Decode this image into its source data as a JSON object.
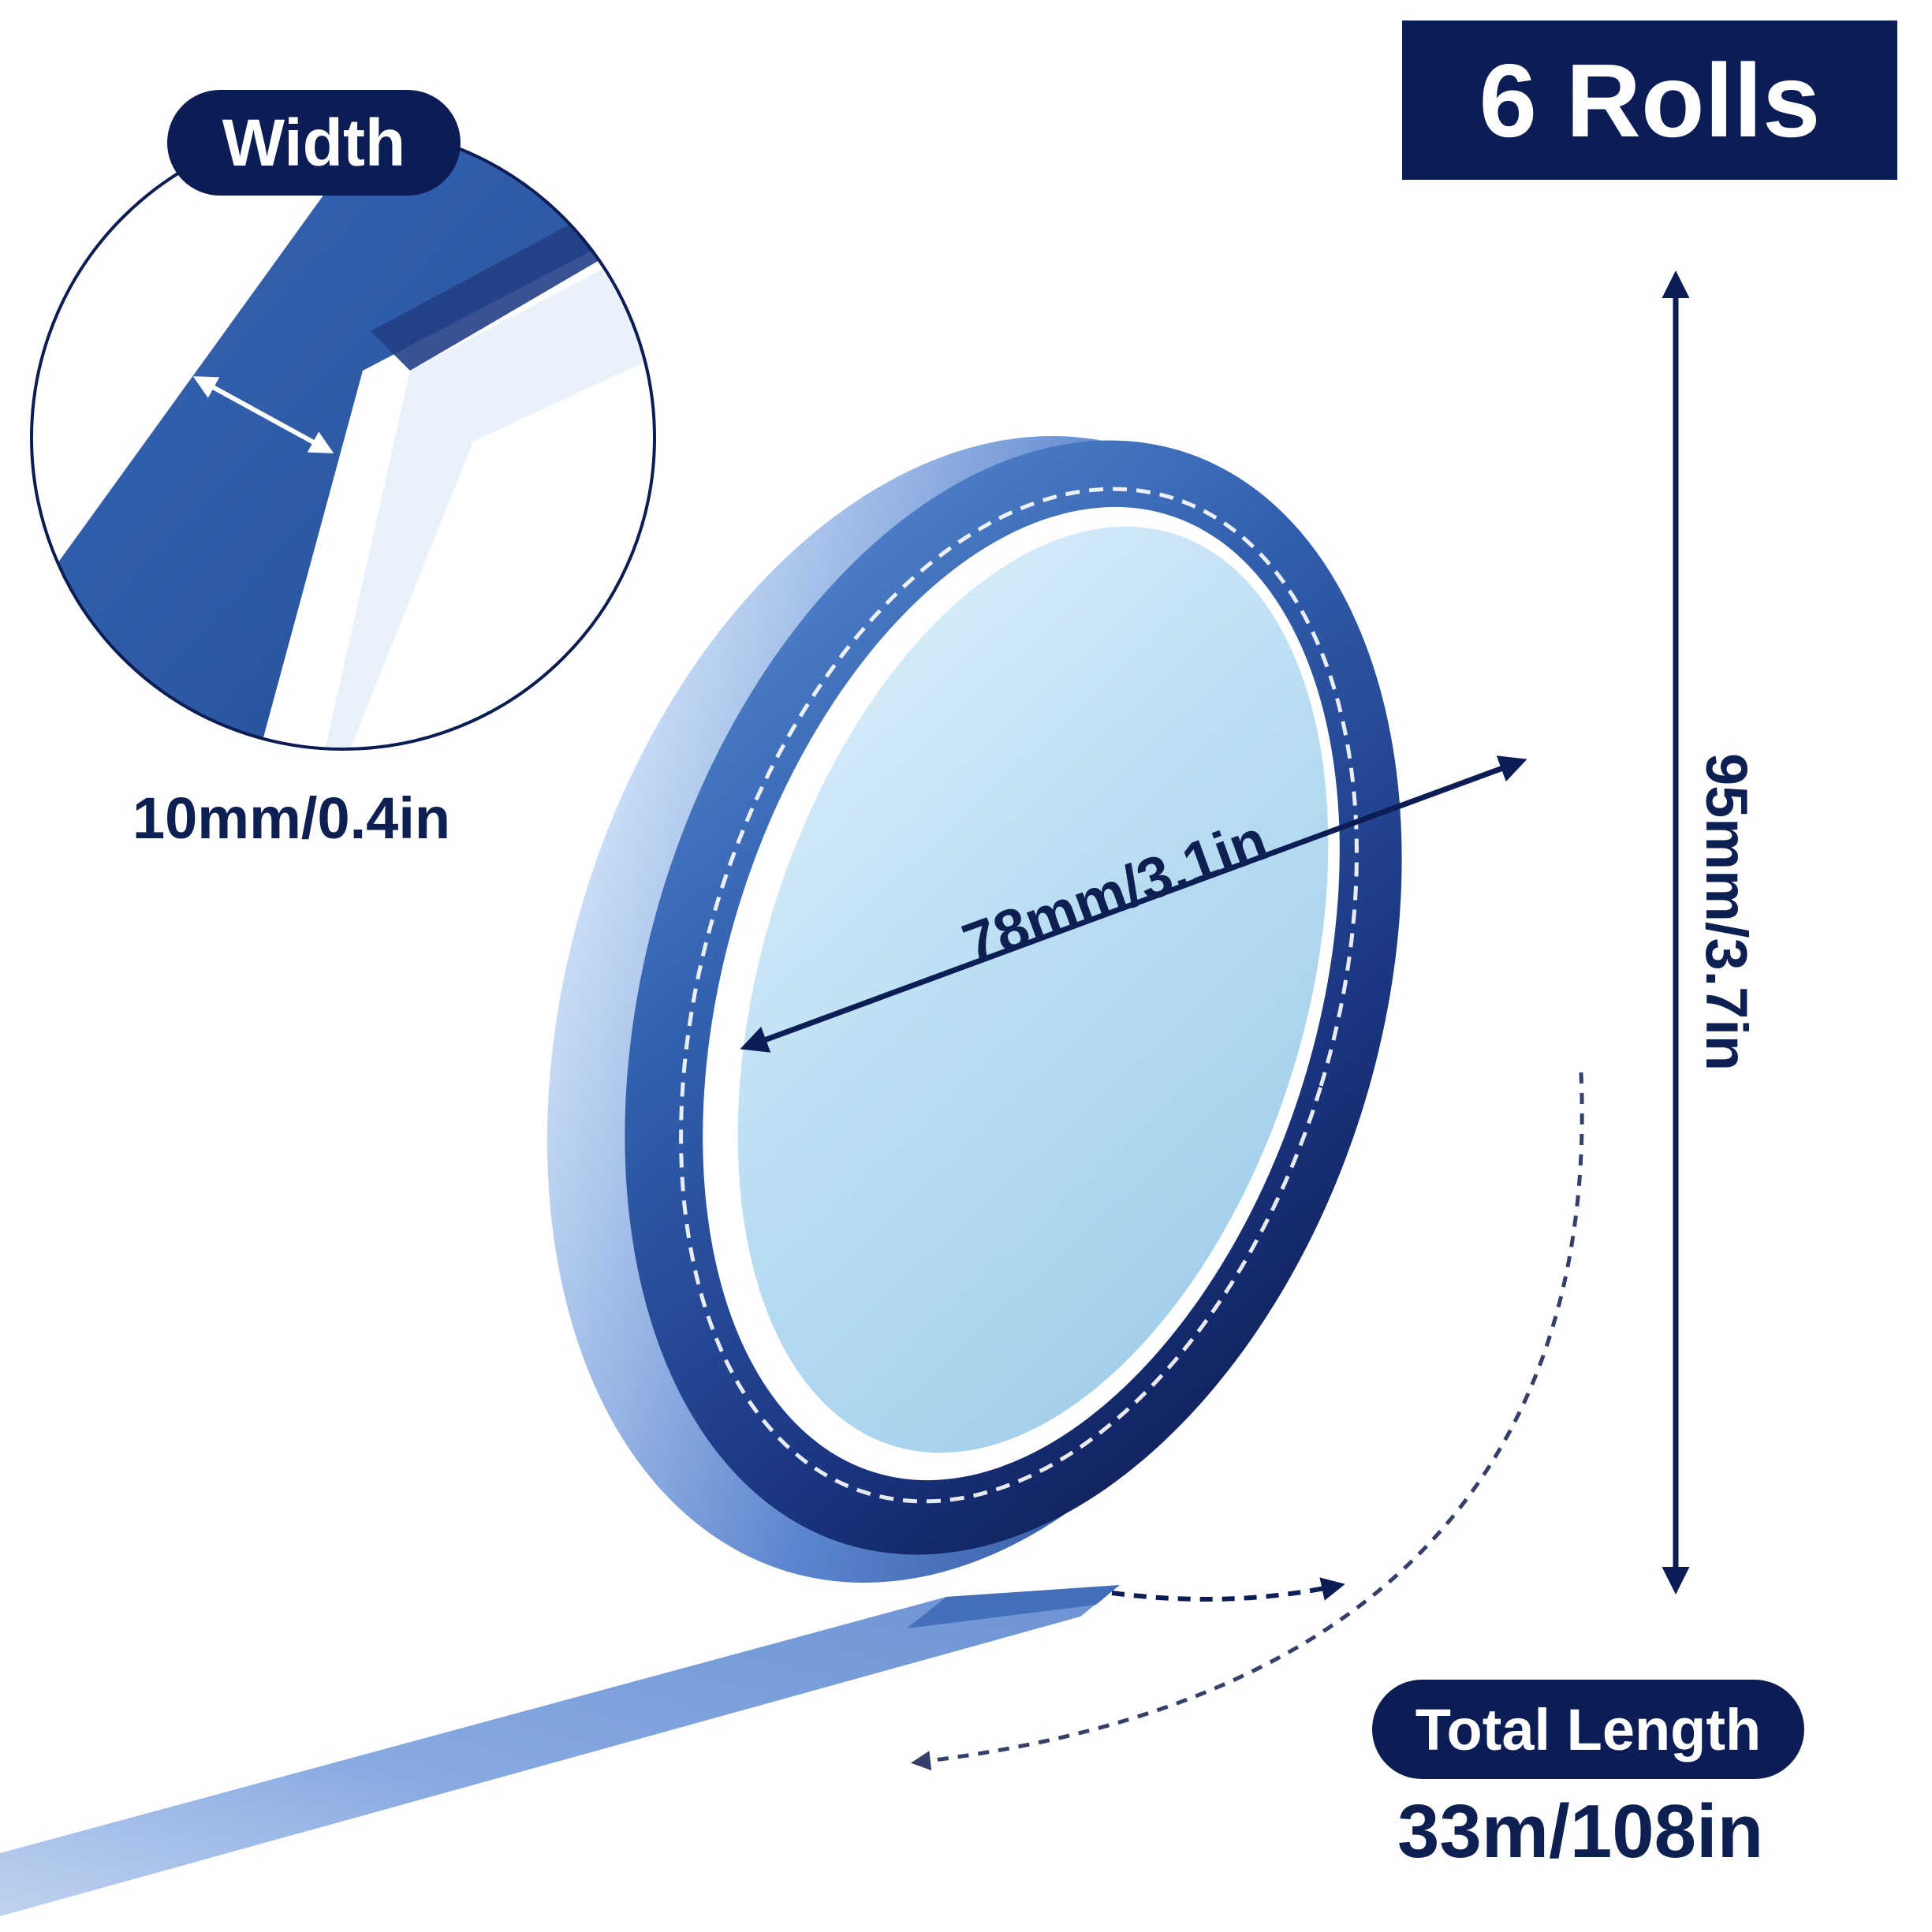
{
  "product": {
    "count_label": "6 Rolls",
    "width_badge": "Width",
    "width_value": "10mm/0.4in",
    "inner_diameter": "78mm/3.1in",
    "outer_diameter": "95mm/3.7in",
    "length_badge": "Total Length",
    "length_value": "33m/108in"
  },
  "colors": {
    "navy": "#0c1d55",
    "tape_blue": "#2f5ba8",
    "tape_dark": "#0d1d55",
    "core": "#bfe1f4"
  }
}
